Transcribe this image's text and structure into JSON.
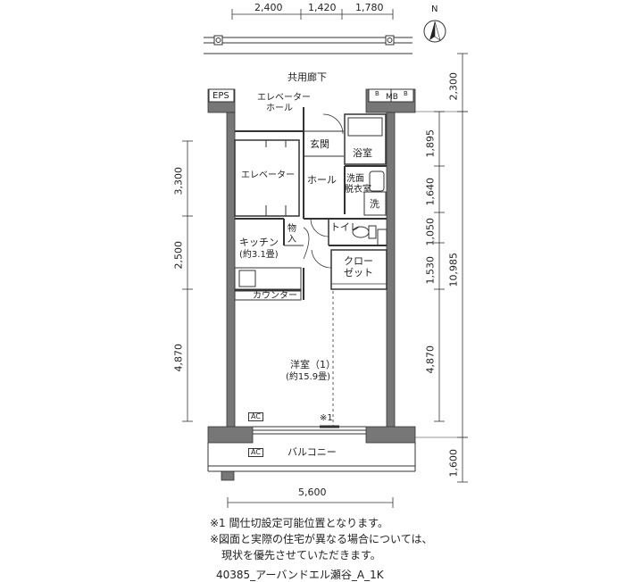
{
  "dimensions": {
    "top": [
      "2,400",
      "1,420",
      "1,780"
    ],
    "right_outer": [
      "2,300",
      "10,985",
      "1,600"
    ],
    "right_inner": [
      "1,895",
      "1,640",
      "1,050",
      "1,530",
      "4,870"
    ],
    "left": [
      "3,300",
      "2,500",
      "4,870"
    ],
    "bottom": "5,600"
  },
  "compass": {
    "label": "N"
  },
  "rooms": {
    "corridor": "共用廊下",
    "eps": "EPS",
    "mb": "MB",
    "b_left": "B",
    "b_right": "B",
    "elevator_hall_1": "エレベーター",
    "elevator_hall_2": "ホール",
    "entrance": "玄関",
    "bath": "浴室",
    "elevator": "エレベーター",
    "hall": "ホール",
    "washroom_1": "洗面",
    "washroom_2": "脱衣室",
    "washer": "洗",
    "storage_1": "物",
    "storage_2": "入",
    "toilet": "トイレ",
    "kitchen_1": "キッチン",
    "kitchen_2": "(約3.1畳)",
    "closet_1": "クロー",
    "closet_2": "ゼット",
    "counter": "カウンター",
    "western_1": "洋室（1）",
    "western_2": "(約15.9畳)",
    "partition_mark": "※1",
    "balcony": "バルコニー",
    "ac_1": "AC",
    "ac_2": "AC"
  },
  "notes": [
    "※1  間仕切設定可能位置となります。",
    "※図面と実際の住宅が異なる場合については、",
    "現状を優先させていただきます。"
  ],
  "caption": "40385_アーバンドエル瀬谷_A_1K"
}
